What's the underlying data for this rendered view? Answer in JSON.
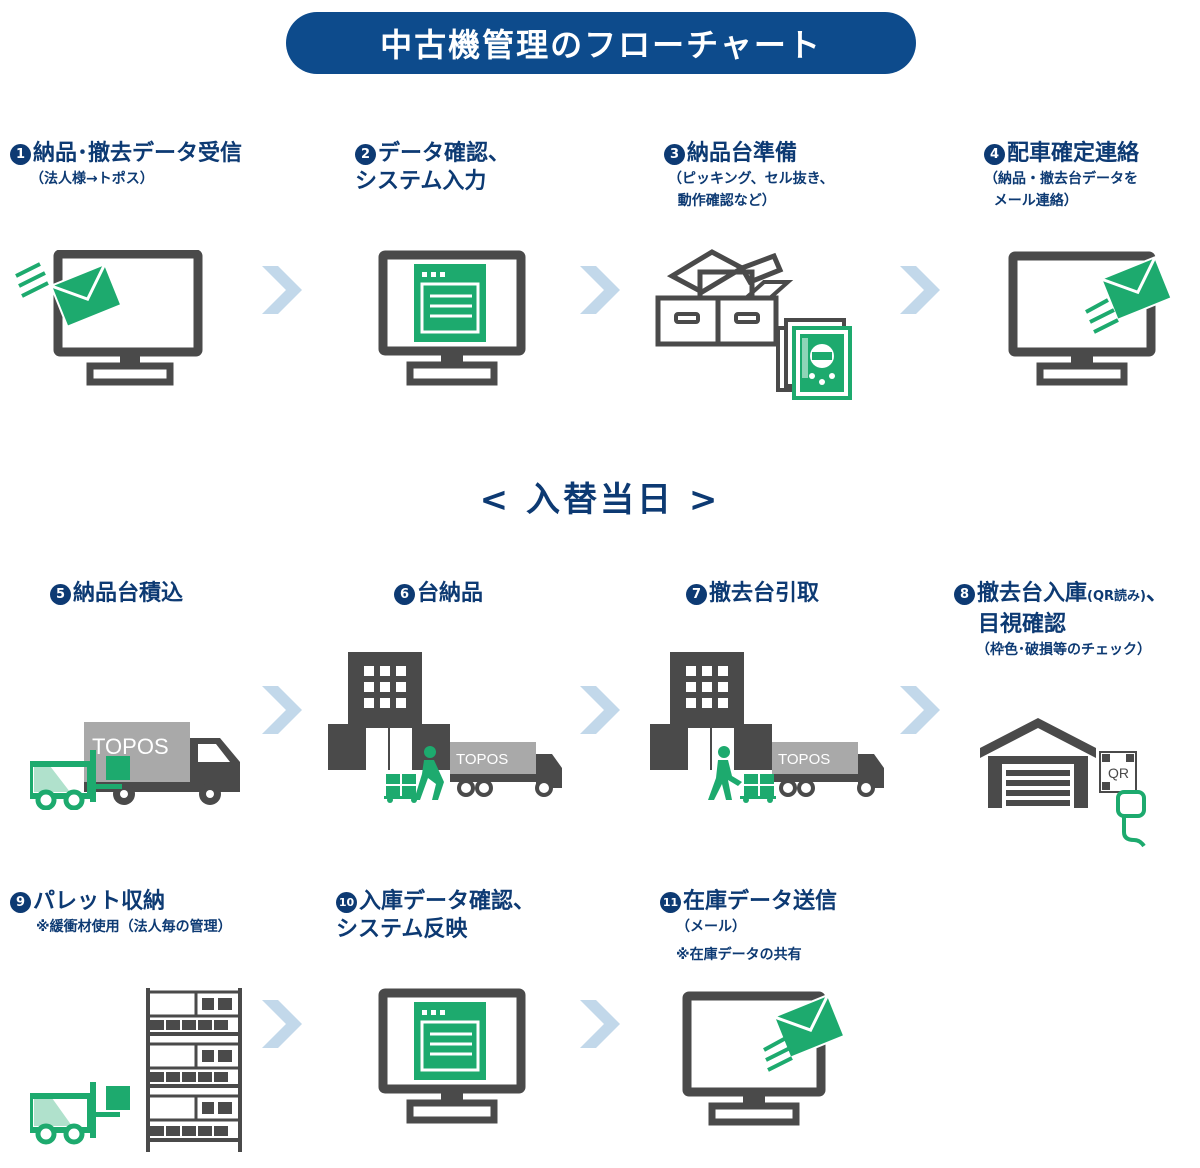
{
  "header": {
    "title": "中古機管理のフローチャート"
  },
  "day_label": "< 入替当日 >",
  "steps": [
    {
      "num": "1",
      "title": "納品･撤去データ受信",
      "sub": "（法人様→トポス）"
    },
    {
      "num": "2",
      "title": "データ確認、\nシステム入力",
      "sub": ""
    },
    {
      "num": "3",
      "title": "納品台準備",
      "sub": "（ピッキング、セル抜き、\n  動作確認など）"
    },
    {
      "num": "4",
      "title": "配車確定連絡",
      "sub": "（納品・撤去台データを\n  メール連絡）"
    },
    {
      "num": "5",
      "title": "納品台積込",
      "sub": ""
    },
    {
      "num": "6",
      "title": "台納品",
      "sub": ""
    },
    {
      "num": "7",
      "title": "撤去台引取",
      "sub": ""
    },
    {
      "num": "8",
      "title": "撤去台入庫",
      "title_small": "(QR読み)",
      "title_tail": "、",
      "title2": "目視確認",
      "sub": "（枠色･破損等のチェック）"
    },
    {
      "num": "9",
      "title": "パレット収納",
      "sub": "※緩衝材使用（法人毎の管理）"
    },
    {
      "num": "10",
      "title": "入庫データ確認、\nシステム反映",
      "sub": ""
    },
    {
      "num": "11",
      "title": "在庫データ送信",
      "sub": "（メール）",
      "note": "※在庫データの共有"
    }
  ],
  "truck_label": "TOPOS",
  "qr_label": "QR",
  "colors": {
    "navy": "#0d3a73",
    "title_bg": "#0d4b8c",
    "gray": "#4a4a4a",
    "green": "#1daa6e",
    "arrow": "#c2d8ea",
    "truck_box": "#a9a9a9"
  }
}
